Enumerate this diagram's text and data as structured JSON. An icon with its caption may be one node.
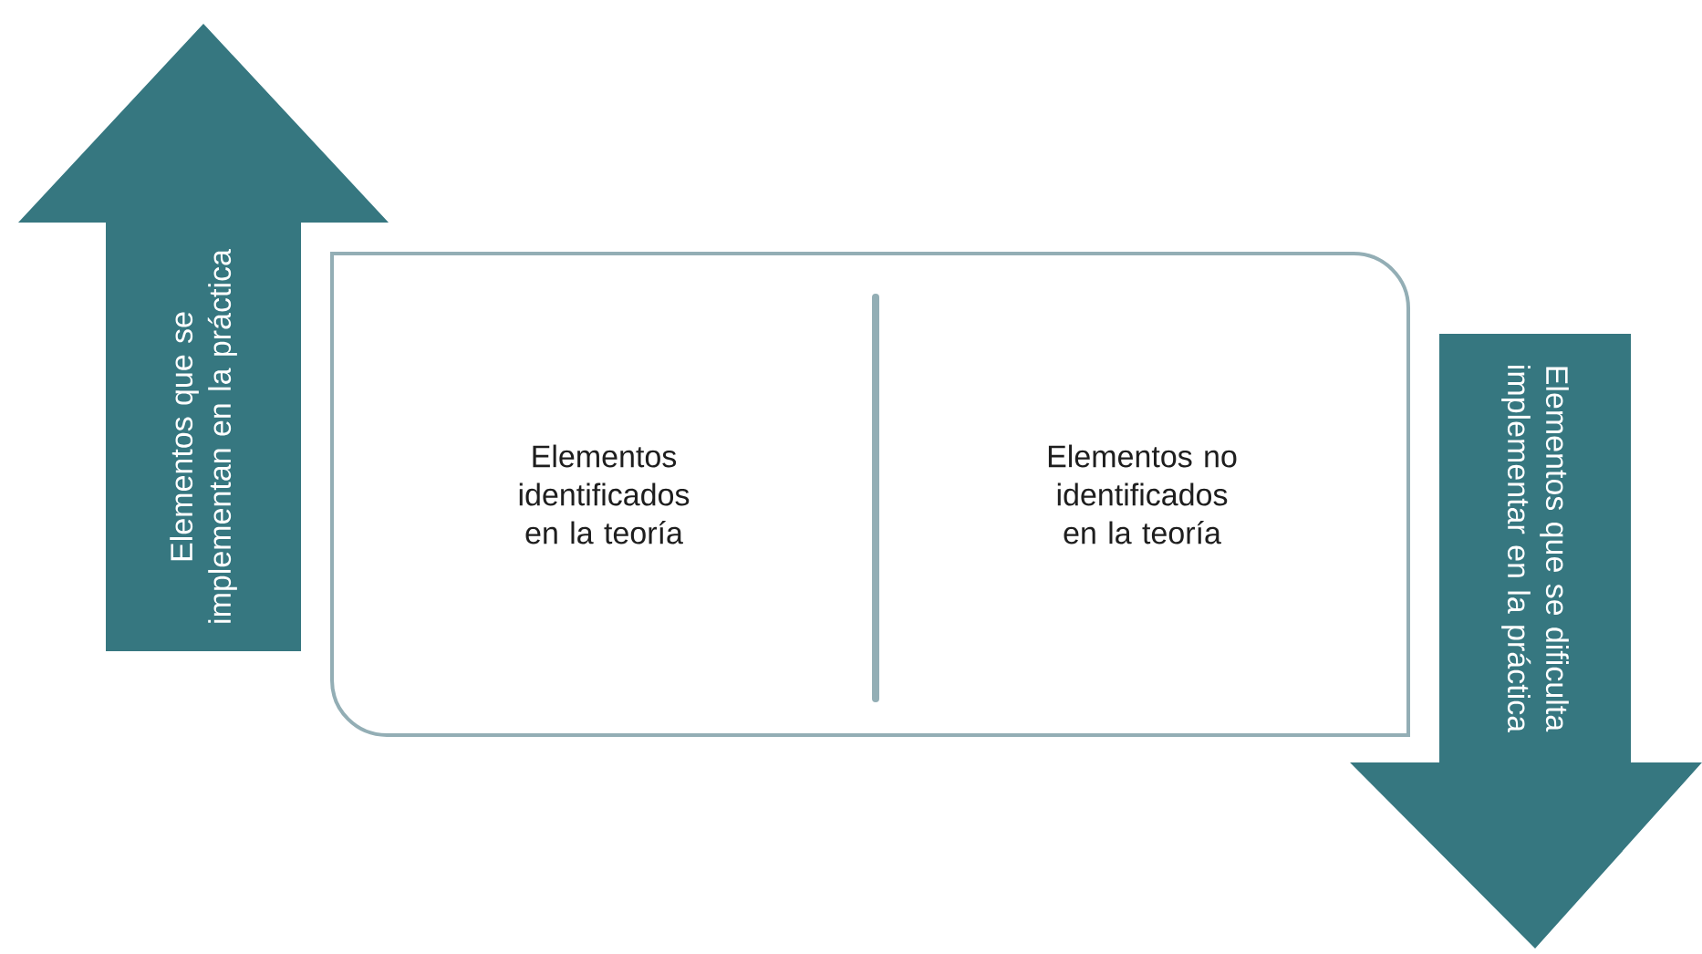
{
  "diagram": {
    "nodes": [
      {
        "text": [
          "Elementos que se implementan en la práctica"
        ]
      },
      {
        "text": [
          "Elementos identificados en la teoría",
          "Elementos no identificados en la teoría"
        ]
      },
      {
        "text": [
          "Elementos que se dificulta implementar en la práctica"
        ]
      }
    ],
    "edges": []
  }
}
